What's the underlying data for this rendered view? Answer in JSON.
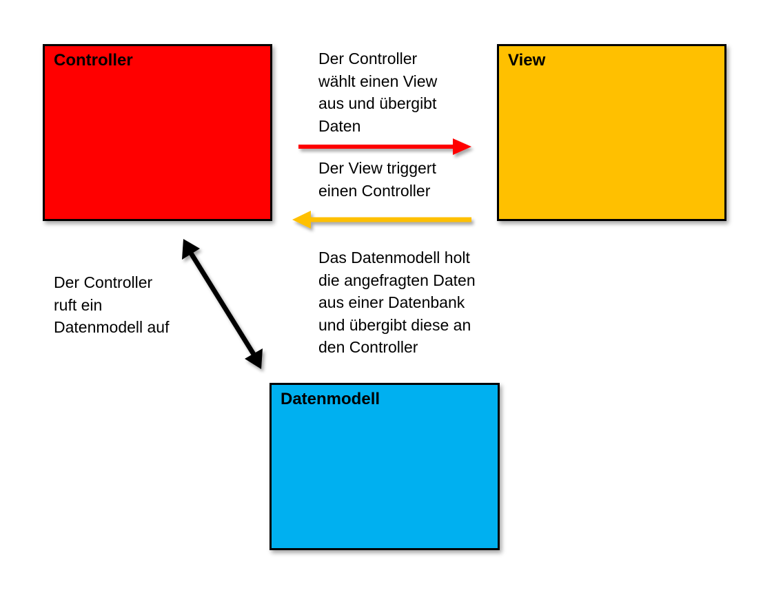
{
  "nodes": {
    "controller": {
      "title": "Controller",
      "fill": "#ff0000"
    },
    "view": {
      "title": "View",
      "fill": "#ffc000"
    },
    "datenmodell": {
      "title": "Datenmodell",
      "fill": "#00b0f0"
    }
  },
  "edges": {
    "controller_to_view": {
      "lines": [
        "Der Controller",
        "wählt einen View",
        "aus und übergibt",
        "Daten"
      ],
      "color": "#ff0000"
    },
    "view_to_controller": {
      "lines": [
        "Der View triggert",
        "einen Controller"
      ],
      "color": "#ffc000"
    },
    "model_to_controller": {
      "lines": [
        "Das Datenmodell holt",
        "die angefragten Daten",
        "aus einer Datenbank",
        "und übergibt diese an",
        "den Controller"
      ]
    },
    "controller_to_model": {
      "lines": [
        "Der Controller",
        "ruft ein",
        "Datenmodell auf"
      ],
      "color": "#000000"
    }
  }
}
